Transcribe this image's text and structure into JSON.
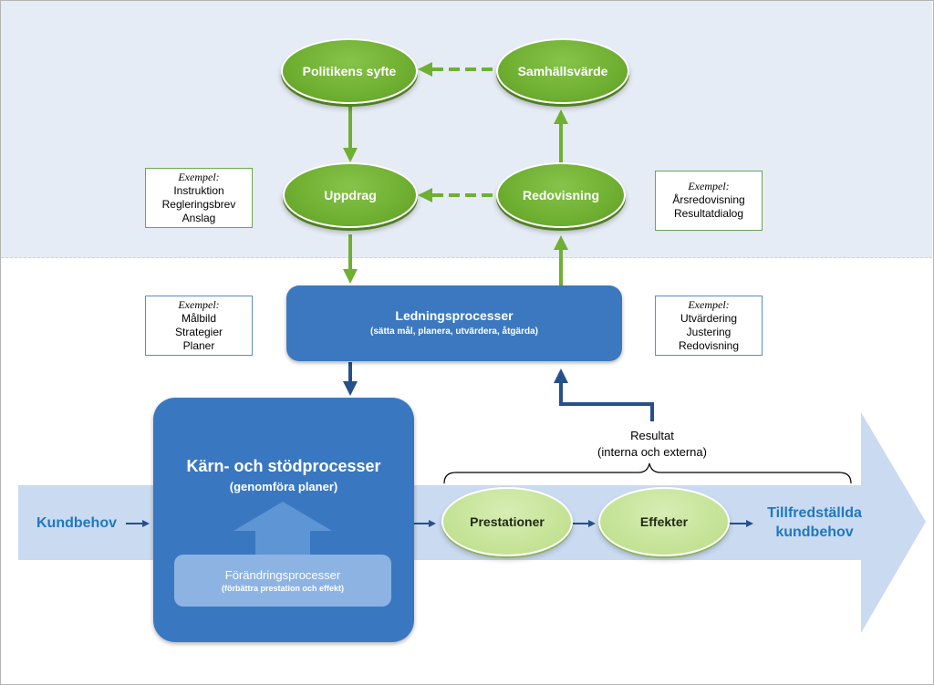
{
  "nodes": {
    "politikens_syfte": "Politikens syfte",
    "samhallsvarde": "Samhällsvärde",
    "uppdrag": "Uppdrag",
    "redovisning": "Redovisning",
    "prestationer": "Prestationer",
    "effekter": "Effekter"
  },
  "examples": {
    "uppdrag": {
      "heading": "Exempel:",
      "lines": [
        "Instruktion",
        "Regleringsbrev",
        "Anslag"
      ]
    },
    "redovisning": {
      "heading": "Exempel:",
      "lines": [
        "Årsredovisning",
        "Resultatdialog"
      ]
    },
    "ledning_in": {
      "heading": "Exempel:",
      "lines": [
        "Målbild",
        "Strategier",
        "Planer"
      ]
    },
    "ledning_out": {
      "heading": "Exempel:",
      "lines": [
        "Utvärdering",
        "Justering",
        "Redovisning"
      ]
    }
  },
  "ledningsprocesser": {
    "title": "Ledningsprocesser",
    "subtitle": "(sätta mål, planera, utvärdera, åtgärda)"
  },
  "karnprocesser": {
    "title": "Kärn- och stödprocesser",
    "subtitle": "(genomföra planer)"
  },
  "forandringsprocesser": {
    "title": "Förändringsprocesser",
    "subtitle": "(förbättra prestation och effekt)"
  },
  "kundbehov": "Kundbehov",
  "tillfredstallda": [
    "Tillfredställda",
    "kundbehov"
  ],
  "resultat": [
    "Resultat",
    "(interna och externa)"
  ],
  "colors": {
    "green": "#6faf31",
    "light_green": "#c3e293",
    "blue": "#3b78c0",
    "arrow_band": "#c9daf1",
    "label_blue": "#1f79bd",
    "top_band": "#e6ecf5"
  }
}
